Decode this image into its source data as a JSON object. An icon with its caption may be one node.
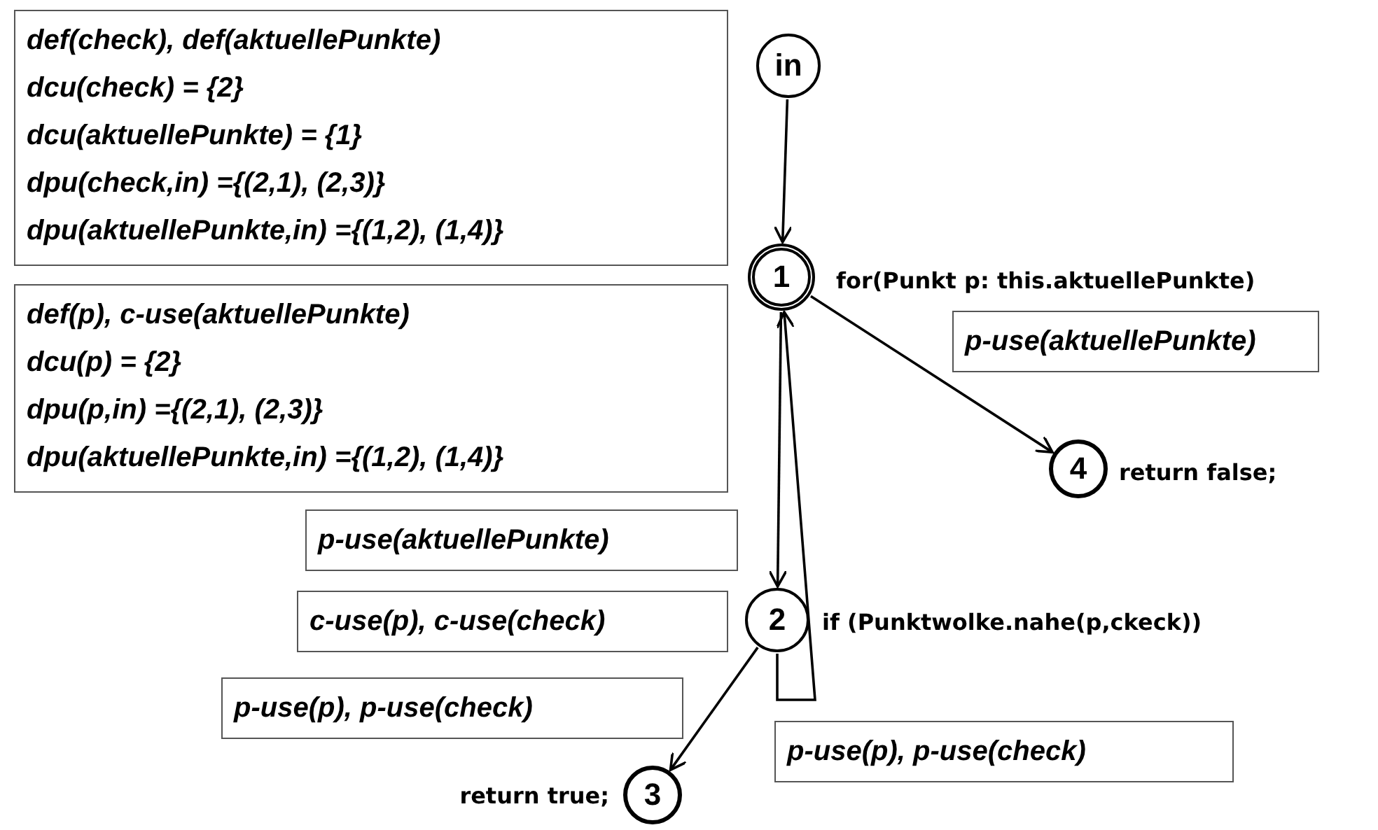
{
  "diagram": {
    "nodes": [
      {
        "text": [
          "def(check), def(aktuellePunkte)",
          "dcu(check) = {2}",
          "dcu(aktuellePunkte) = {1}",
          "dpu(check,in) ={(2,1), (2,3)}",
          "dpu(aktuellePunkte,in) ={(1,2), (1,4)}"
        ]
      },
      {
        "text": [
          "def(p), c-use(aktuellePunkte)",
          "dcu(p) = {2}",
          "dpu(p,in) ={(2,1), (2,3)}",
          "dpu(aktuellePunkte,in) ={(1,2), (1,4)}"
        ]
      },
      {
        "text": [
          "in"
        ]
      },
      {
        "text": [
          "1"
        ],
        "beside": [
          "for(Punkt p: this.aktuellePunkte)"
        ]
      },
      {
        "text": [
          "p-use(aktuellePunkte)"
        ]
      },
      {
        "text": [
          "4"
        ],
        "beside": [
          "return false;"
        ]
      },
      {
        "text": [
          "p-use(aktuellePunkte)"
        ]
      },
      {
        "text": [
          "2"
        ],
        "beside": [
          "if (Punktwolke.nahe(p,ckeck))"
        ]
      },
      {
        "text": [
          "c-use(p), c-use(check)"
        ]
      },
      {
        "text": [
          "p-use(p), p-use(check)"
        ]
      },
      {
        "text": [
          "p-use(p), p-use(check)"
        ]
      },
      {
        "text": [
          "3"
        ],
        "beside": [
          "return true;"
        ]
      }
    ],
    "edges": [
      {
        "from": 2,
        "to": 3,
        "arrow": "to"
      },
      {
        "from": 3,
        "to": 5,
        "arrow": "to"
      },
      {
        "from": 3,
        "to": 7,
        "arrow": "to"
      },
      {
        "from": 7,
        "to": 11,
        "arrow": "to"
      },
      {
        "from": 7,
        "to": 3,
        "arrow": "to"
      }
    ]
  }
}
